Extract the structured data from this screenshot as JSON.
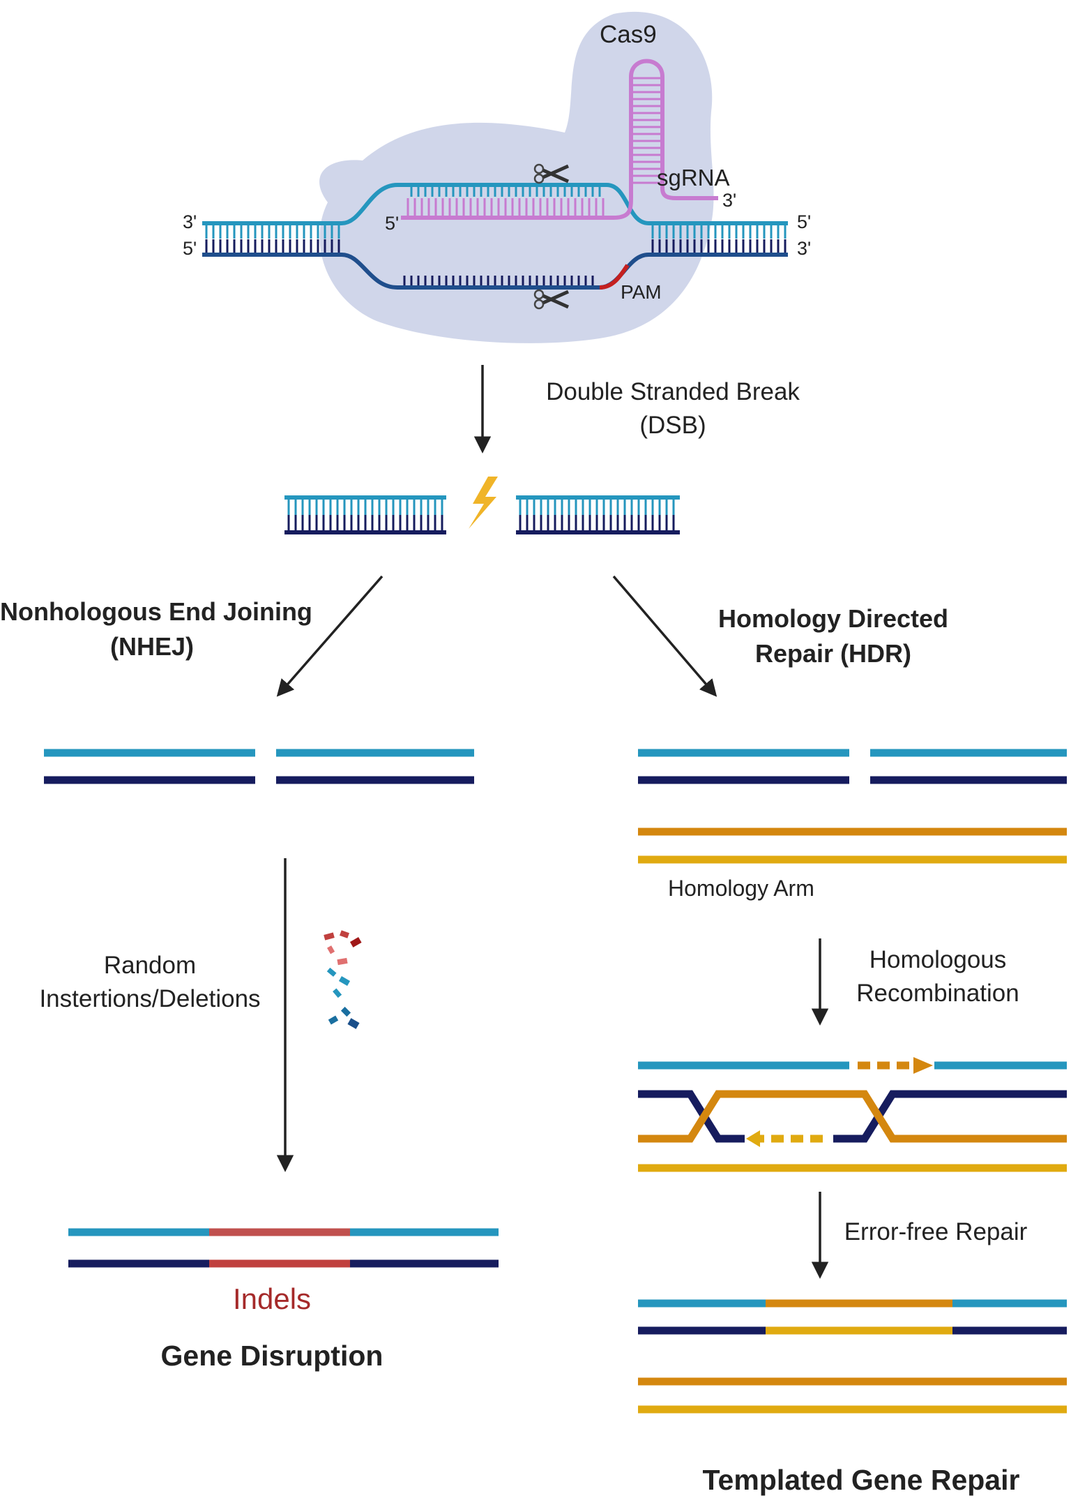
{
  "top": {
    "cas9": "Cas9",
    "sgrna": "sgRNA",
    "pam": "PAM",
    "end_3_left": "3'",
    "end_5_left": "5'",
    "end_5_right": "5'",
    "end_3_right": "3'",
    "sgrna_5": "5'",
    "sgrna_3": "3'"
  },
  "dsb": {
    "line1": "Double Stranded Break",
    "line2": "(DSB)"
  },
  "nhej": {
    "title_line1": "Nonhologous End Joining",
    "title_line2": "(NHEJ)",
    "step_line1": "Random",
    "step_line2": "Instertions/Deletions",
    "result_label": "Indels",
    "outcome": "Gene Disruption"
  },
  "hdr": {
    "title_line1": "Homology Directed",
    "title_line2": "Repair (HDR)",
    "arm_label": "Homology Arm",
    "step_line1": "Homologous",
    "step_line2": "Recombination",
    "step2": "Error-free Repair",
    "outcome": "Templated Gene Repair"
  },
  "colors": {
    "strand_light": "#2596be",
    "strand_dark": "#161c5e",
    "template_orange": "#d4870f",
    "template_yellow": "#e0aa10",
    "indel_red": "#c0403e",
    "indel_text": "#a52a2a",
    "rna_pink": "#c77bd0",
    "pam_red": "#c42020",
    "blob": "#c8cfe6",
    "bolt": "#f0b428"
  }
}
